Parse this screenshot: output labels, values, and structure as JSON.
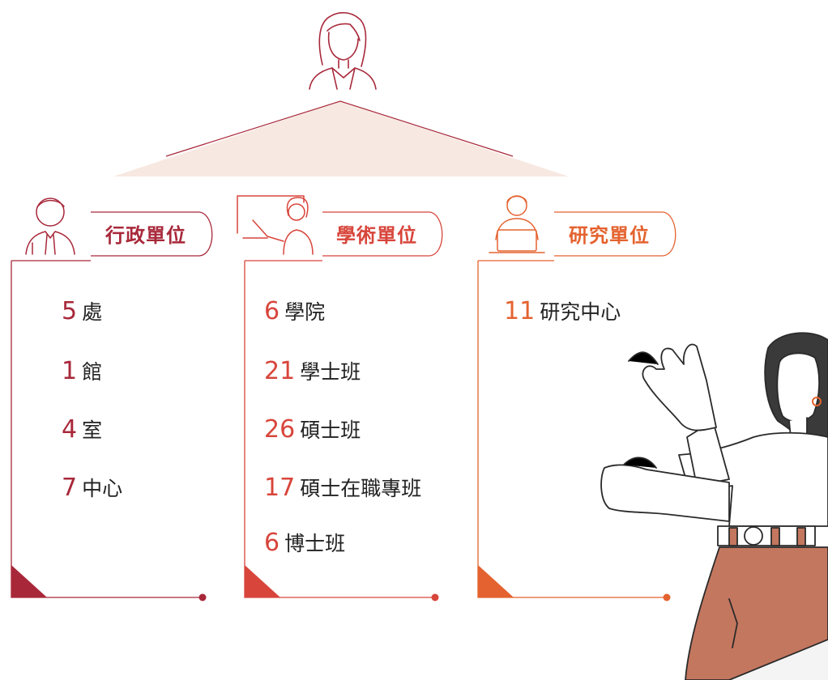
{
  "colors": {
    "admin": "#a8283a",
    "academic": "#d8453b",
    "research": "#e4622f",
    "roof": "#f7e8e2",
    "line_dark": "#a8283a"
  },
  "icons": {
    "top": "leader-woman-icon",
    "admin": "man-suit-icon",
    "academic": "teacher-board-icon",
    "research": "person-laptop-icon",
    "decoration": "waving-woman-illustration"
  },
  "columns": [
    {
      "key": "admin",
      "label": "行政單位",
      "items": [
        {
          "num": "5",
          "text": "處"
        },
        {
          "num": "1",
          "text": "館"
        },
        {
          "num": "4",
          "text": "室"
        },
        {
          "num": "7",
          "text": "中心"
        }
      ]
    },
    {
      "key": "academic",
      "label": "學術單位",
      "items": [
        {
          "num": "6",
          "text": "學院"
        },
        {
          "num": "21",
          "text": "學士班"
        },
        {
          "num": "26",
          "text": "碩士班"
        },
        {
          "num": "17",
          "text": "碩士在職專班"
        },
        {
          "num": "6",
          "text": "博士班"
        }
      ]
    },
    {
      "key": "research",
      "label": "研究單位",
      "items": [
        {
          "num": "11",
          "text": "研究中心"
        }
      ]
    }
  ]
}
